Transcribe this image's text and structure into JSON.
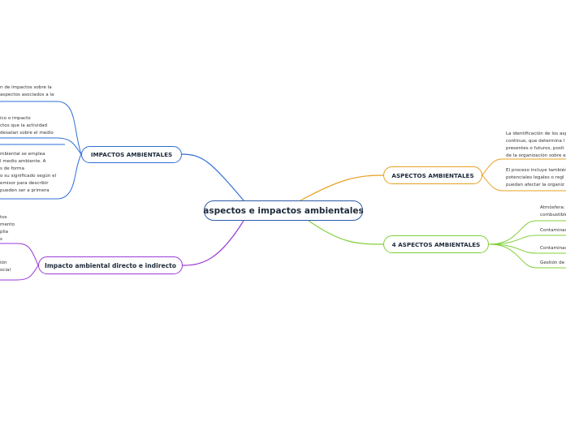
{
  "central": {
    "label": "aspectos e impactos ambientales"
  },
  "branches": {
    "impactos": {
      "label": "IMPACTOS AMBIENTALES",
      "color": "#2f6ed6",
      "leaves": [
        {
          "lines": [
            "n de impactos sobre la",
            "aspectos asociados a la"
          ]
        },
        {
          "lines": [
            "ico o impacto",
            "ctos que la actividad",
            "desatan sobre el medio"
          ]
        },
        {
          "lines": [
            "mbiental se emplea",
            "l medio ambiente. A",
            "s de forma",
            "o su significado según el",
            "emisor para describir",
            "pueden ser a primera"
          ]
        }
      ]
    },
    "directo": {
      "label": "Impacto ambiental directo e indirecto",
      "color": "#9a3ad8",
      "leaves": [
        {
          "lines": [
            "tos",
            "mento",
            "plia",
            "s"
          ]
        },
        {
          "lines": [
            "ión",
            "ocial"
          ]
        }
      ]
    },
    "aspectos": {
      "label": "ASPECTOS AMBIENTALES",
      "color": "#e6a020",
      "leaves": [
        {
          "lines": [
            "La identificación de los asp",
            "continuo, que determina l",
            "presentes o futuros, posit",
            "de la organización sobre e"
          ]
        },
        {
          "lines": [
            "El proceso incluye también",
            "potenciales legales o regl",
            "puedan afectar la organiz"
          ]
        }
      ]
    },
    "cuatro": {
      "label": "4 ASPECTOS AMBIENTALES",
      "color": "#7fd038",
      "leaves": [
        {
          "lines": [
            "Atmósfera:",
            "combustible"
          ]
        },
        {
          "lines": [
            "Contaminac"
          ]
        },
        {
          "lines": [
            "Contaminac"
          ]
        },
        {
          "lines": [
            "Gestión de"
          ]
        }
      ]
    }
  }
}
